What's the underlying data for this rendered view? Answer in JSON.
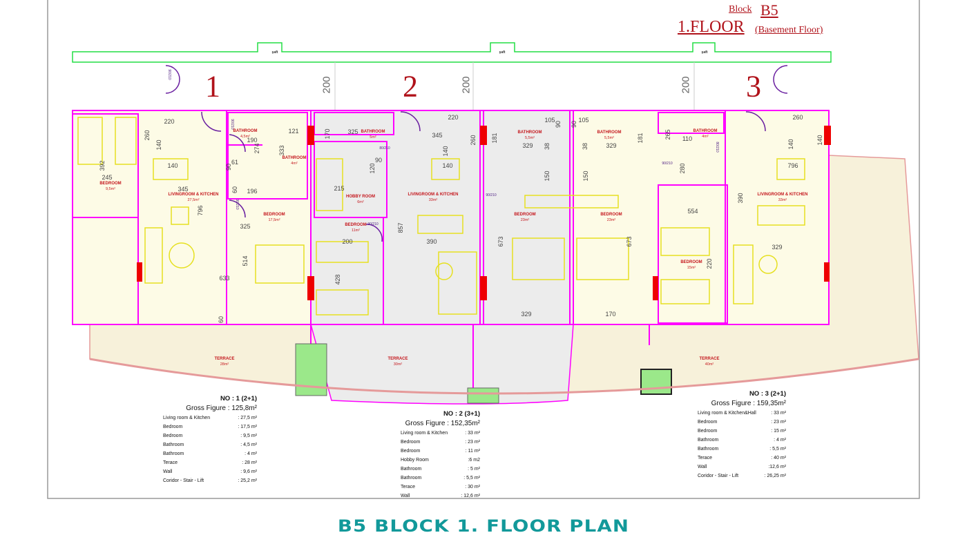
{
  "header": {
    "block_label": "Block",
    "block_name": "B5",
    "floor": "1.FLOOR",
    "floor_note": "(Basement Floor)"
  },
  "title": "B5 BLOCK 1. FLOOR PLAN",
  "colors": {
    "title": "#12999a",
    "header": "#b0121a",
    "walls": "#ff00ff",
    "corridor": "#22dd44",
    "room_text": "#c4161c",
    "furniture": "#e6e020",
    "terrace": "#f7f1da",
    "pool_green": "#9be88a"
  },
  "unit_numbers": [
    "1",
    "2",
    "3"
  ],
  "shaft_label": "şaft",
  "rooms": [
    {
      "name": "BEDROOM",
      "area": "9,5m²"
    },
    {
      "name": "LIVINGROOM & KITCHEN",
      "area": "27,5m²"
    },
    {
      "name": "BATHROOM",
      "area": "4,5m²"
    },
    {
      "name": "BATHROOM",
      "area": "4m²"
    },
    {
      "name": "BEDROOM",
      "area": "17,5m²"
    },
    {
      "name": "BATHROOM",
      "area": "5m²"
    },
    {
      "name": "HOBBY ROOM",
      "area": "6m²"
    },
    {
      "name": "BEDROOM",
      "area": "11m²"
    },
    {
      "name": "LIVINGROOM & KITCHEN",
      "area": "33m²"
    },
    {
      "name": "BATHROOM",
      "area": "5,5m²"
    },
    {
      "name": "BEDROOM",
      "area": "23m²"
    },
    {
      "name": "BATHROOM",
      "area": "5,5m²"
    },
    {
      "name": "BEDROOM",
      "area": "23m²"
    },
    {
      "name": "BATHROOM",
      "area": "4m²"
    },
    {
      "name": "LIVINGROOM & KITCHEN",
      "area": "33m²"
    },
    {
      "name": "BEDROOM",
      "area": "15m²"
    },
    {
      "name": "TERRACE",
      "area": "28m²"
    },
    {
      "name": "TERRACE",
      "area": "30m²"
    },
    {
      "name": "TERRACE",
      "area": "40m²"
    }
  ],
  "dims": [
    "200",
    "200",
    "200",
    "220",
    "260",
    "140",
    "140",
    "392",
    "245",
    "345",
    "796",
    "121",
    "190",
    "274",
    "333",
    "61",
    "90",
    "60",
    "196",
    "325",
    "514",
    "633",
    "60",
    "170",
    "325",
    "345",
    "220",
    "260",
    "140",
    "140",
    "215",
    "90",
    "120",
    "857",
    "390",
    "200",
    "428",
    "105",
    "90",
    "181",
    "329",
    "38",
    "150",
    "673",
    "105",
    "90",
    "181",
    "329",
    "38",
    "150",
    "673",
    "329",
    "170",
    "265",
    "110",
    "280",
    "554",
    "220",
    "260",
    "140",
    "140",
    "796",
    "390",
    "329"
  ],
  "door_labels": [
    "90/210",
    "90/210",
    "90/210",
    "80/210",
    "90/210",
    "90/210",
    "90/210",
    "80/210"
  ],
  "units": [
    {
      "no": "NO : 1  (2+1)",
      "gross": "Gross Figure  : 125,8m²",
      "rows": [
        {
          "label": "Living room & Kitchen",
          "value": ": 27,5  m²"
        },
        {
          "label": "Bedroom",
          "value": ": 17,5  m²"
        },
        {
          "label": "Bedroom",
          "value": ": 9,5 m²"
        },
        {
          "label": "Bathroom",
          "value": ": 4,5   m²"
        },
        {
          "label": "Bathroom",
          "value": ": 4 m²"
        },
        {
          "label": "Terace",
          "value": ": 28  m²"
        },
        {
          "label": "Wall",
          "value": ": 9,6 m²"
        },
        {
          "label": "Coridor - Stair - Lift",
          "value": ": 25,2 m²"
        }
      ]
    },
    {
      "no": "NO : 2  (3+1)",
      "gross": "Gross Figure  : 152,35m²",
      "rows": [
        {
          "label": "Living room & Kitchen",
          "value": ": 33  m²"
        },
        {
          "label": "Bedroom",
          "value": ": 23  m²"
        },
        {
          "label": "Bedroom",
          "value": ": 11 m²"
        },
        {
          "label": "Hobby Room",
          "value": ":6 m2"
        },
        {
          "label": "Bathroom",
          "value": ": 5   m²"
        },
        {
          "label": "Bathroom",
          "value": ": 5,5 m²"
        },
        {
          "label": "Terace",
          "value": ": 30  m²"
        },
        {
          "label": "Wall",
          "value": ": 12,6 m²"
        }
      ]
    },
    {
      "no": "NO : 3  (2+1)",
      "gross": "Gross Figure  : 159,35m²",
      "rows": [
        {
          "label": "Living room & Kitchen&Hall",
          "value": ": 33  m²"
        },
        {
          "label": "Bedroom",
          "value": ": 23  m²"
        },
        {
          "label": "Bedroom",
          "value": ": 15 m²"
        },
        {
          "label": "Bathroom",
          "value": ": 4  m²"
        },
        {
          "label": "Bathroom",
          "value": ": 5,5 m²"
        },
        {
          "label": "Terace",
          "value": ": 40  m²"
        },
        {
          "label": "Wall",
          "value": ":12,6 m²"
        },
        {
          "label": "Coridor - Stair - Lift",
          "value": ": 26,25 m²"
        }
      ]
    }
  ]
}
